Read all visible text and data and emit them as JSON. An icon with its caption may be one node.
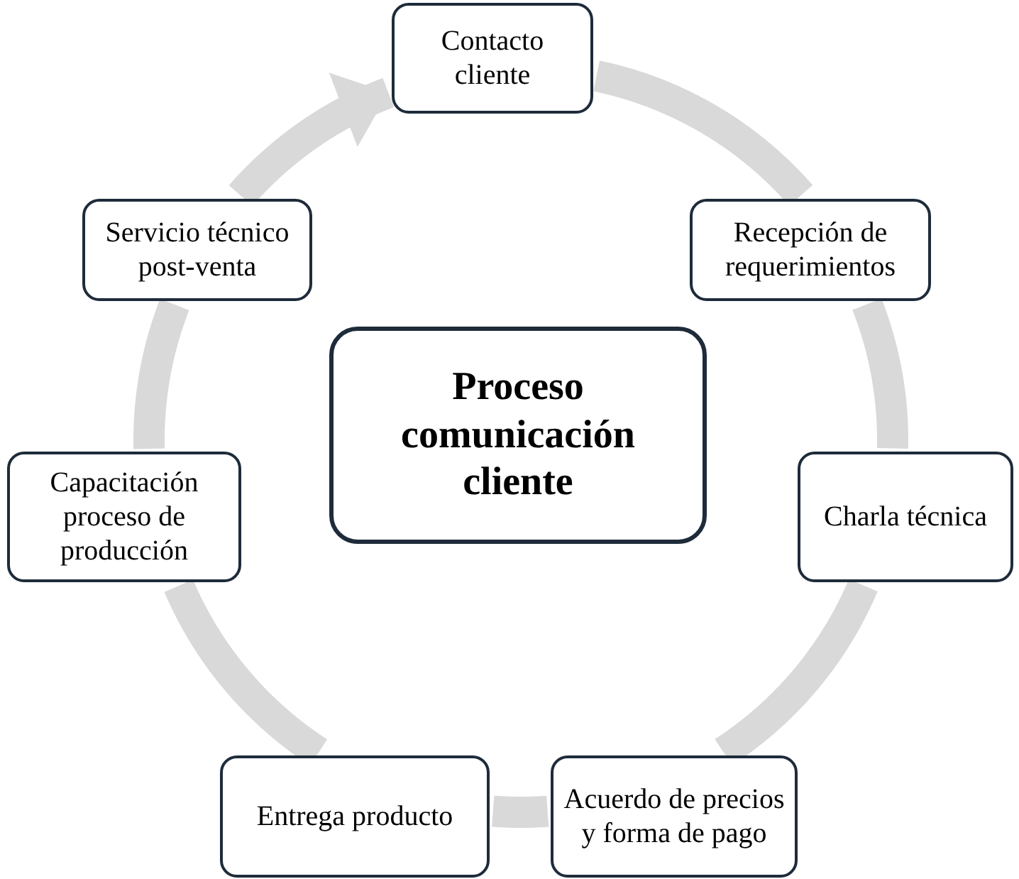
{
  "diagram": {
    "nodes": [
      {
        "text": [
          "Contacto cliente"
        ]
      },
      {
        "text": [
          "Recepción de requerimientos"
        ]
      },
      {
        "text": [
          "Charla técnica"
        ]
      },
      {
        "text": [
          "Acuerdo de precios y forma de pago"
        ]
      },
      {
        "text": [
          "Entrega producto"
        ]
      },
      {
        "text": [
          "Capacitación proceso de producción"
        ]
      },
      {
        "text": [
          "Servicio técnico post-venta"
        ]
      },
      {
        "text": [
          "Proceso comunicación cliente"
        ]
      }
    ],
    "edges": [
      {
        "from": 0,
        "to": 1,
        "arrow": "none"
      },
      {
        "from": 1,
        "to": 2,
        "arrow": "none"
      },
      {
        "from": 2,
        "to": 3,
        "arrow": "none"
      },
      {
        "from": 3,
        "to": 4,
        "arrow": "none"
      },
      {
        "from": 4,
        "to": 5,
        "arrow": "none"
      },
      {
        "from": 5,
        "to": 6,
        "arrow": "none"
      },
      {
        "from": 6,
        "to": 0,
        "arrow": "to"
      }
    ]
  }
}
